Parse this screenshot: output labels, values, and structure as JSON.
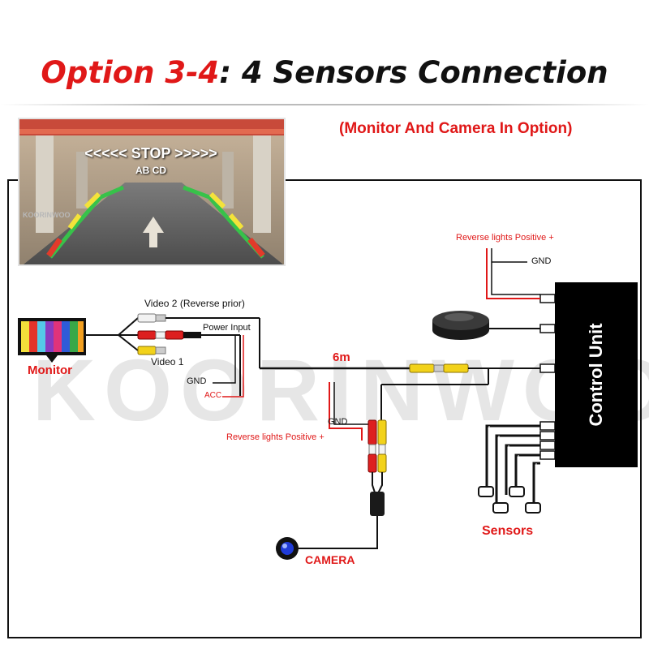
{
  "title": {
    "highlight": "Option 3-4",
    "rest": ": 4 Sensors Connection"
  },
  "option_note": "(Monitor And Camera In Option)",
  "screen": {
    "stop": "<<<<< STOP >>>>>",
    "zones": "AB CD",
    "watermark": "KOORINWOO"
  },
  "watermark": "KOORINWOO",
  "labels": {
    "video2": "Video 2 (Reverse prior)",
    "power_input": "Power Input",
    "video1": "Video 1",
    "gnd_left": "GND",
    "acc": "ACC",
    "cable_length": "6m",
    "monitor": "Monitor",
    "gnd_center": "GND",
    "reverse_center": "Reverse lights Positive +",
    "reverse_top": "Reverse lights Positive +",
    "gnd_top": "GND",
    "camera": "CAMERA",
    "sensors": "Sensors",
    "control_unit": "Control Unit"
  },
  "colors": {
    "accent_red": "#e01818",
    "wire": "#111111",
    "rca_yellow": "#f2d21a",
    "rca_red": "#dd1f1f",
    "rca_white": "#f2f2f2"
  },
  "icons": [
    "monitor-icon",
    "buzzer-icon",
    "camera-icon",
    "sensor-icon"
  ]
}
